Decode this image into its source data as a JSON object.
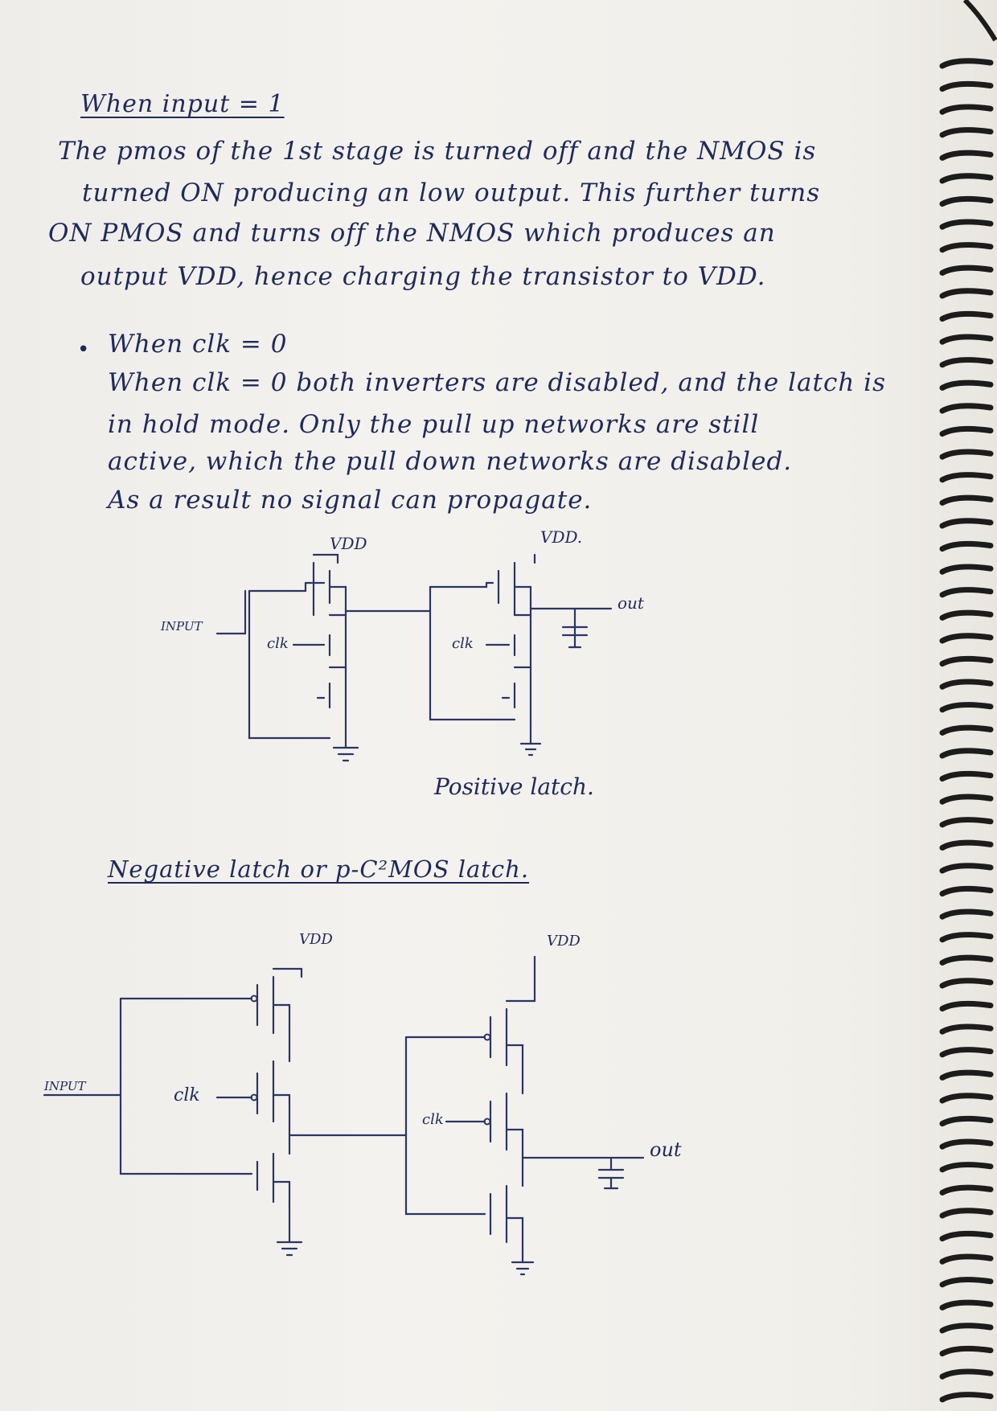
{
  "notes": {
    "heading_input": "When input = 1",
    "para1": [
      "The pmos of the 1st stage is turned off and the NMOS is",
      "turned ON producing an low output. This further turns",
      "ON PMOS and turns off the NMOS which produces an",
      "output VDD, hence charging the transistor to VDD."
    ],
    "bullet_heading": "When clk = 0",
    "para2": [
      "When clk = 0 both inverters are disabled, and the latch is",
      "in hold mode. Only the pull up networks are still",
      "active, which the pull down networks are disabled.",
      "As a result no signal can propagate."
    ],
    "negative_heading": "Negative latch or p-C²MOS latch."
  },
  "positive_circuit": {
    "vdd1": "VDD",
    "vdd2": "VDD.",
    "input": "INPUT",
    "clk1": "clk",
    "clk2": "clk",
    "out": "out",
    "caption": "Positive latch."
  },
  "negative_circuit": {
    "vdd1": "VDD",
    "vdd2": "VDD",
    "input": "INPUT",
    "clk1": "clk",
    "clk2": "clk",
    "out": "out"
  }
}
